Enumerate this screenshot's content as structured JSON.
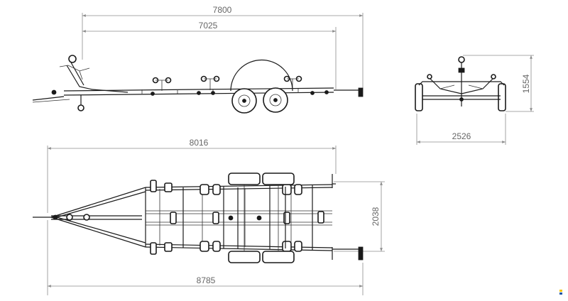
{
  "dimensions": {
    "side_length_overall": "7800",
    "side_length_bed": "7025",
    "top_length_bed": "8016",
    "top_length_overall": "8785",
    "top_width": "2038",
    "front_width": "2526",
    "front_height": "1554"
  },
  "colors": {
    "line": "#1a1a1a",
    "dimension": "#8c8c8c",
    "dimension_text": "#666666",
    "logo_yellow": "#f5c400",
    "logo_blue": "#1f57a8"
  }
}
